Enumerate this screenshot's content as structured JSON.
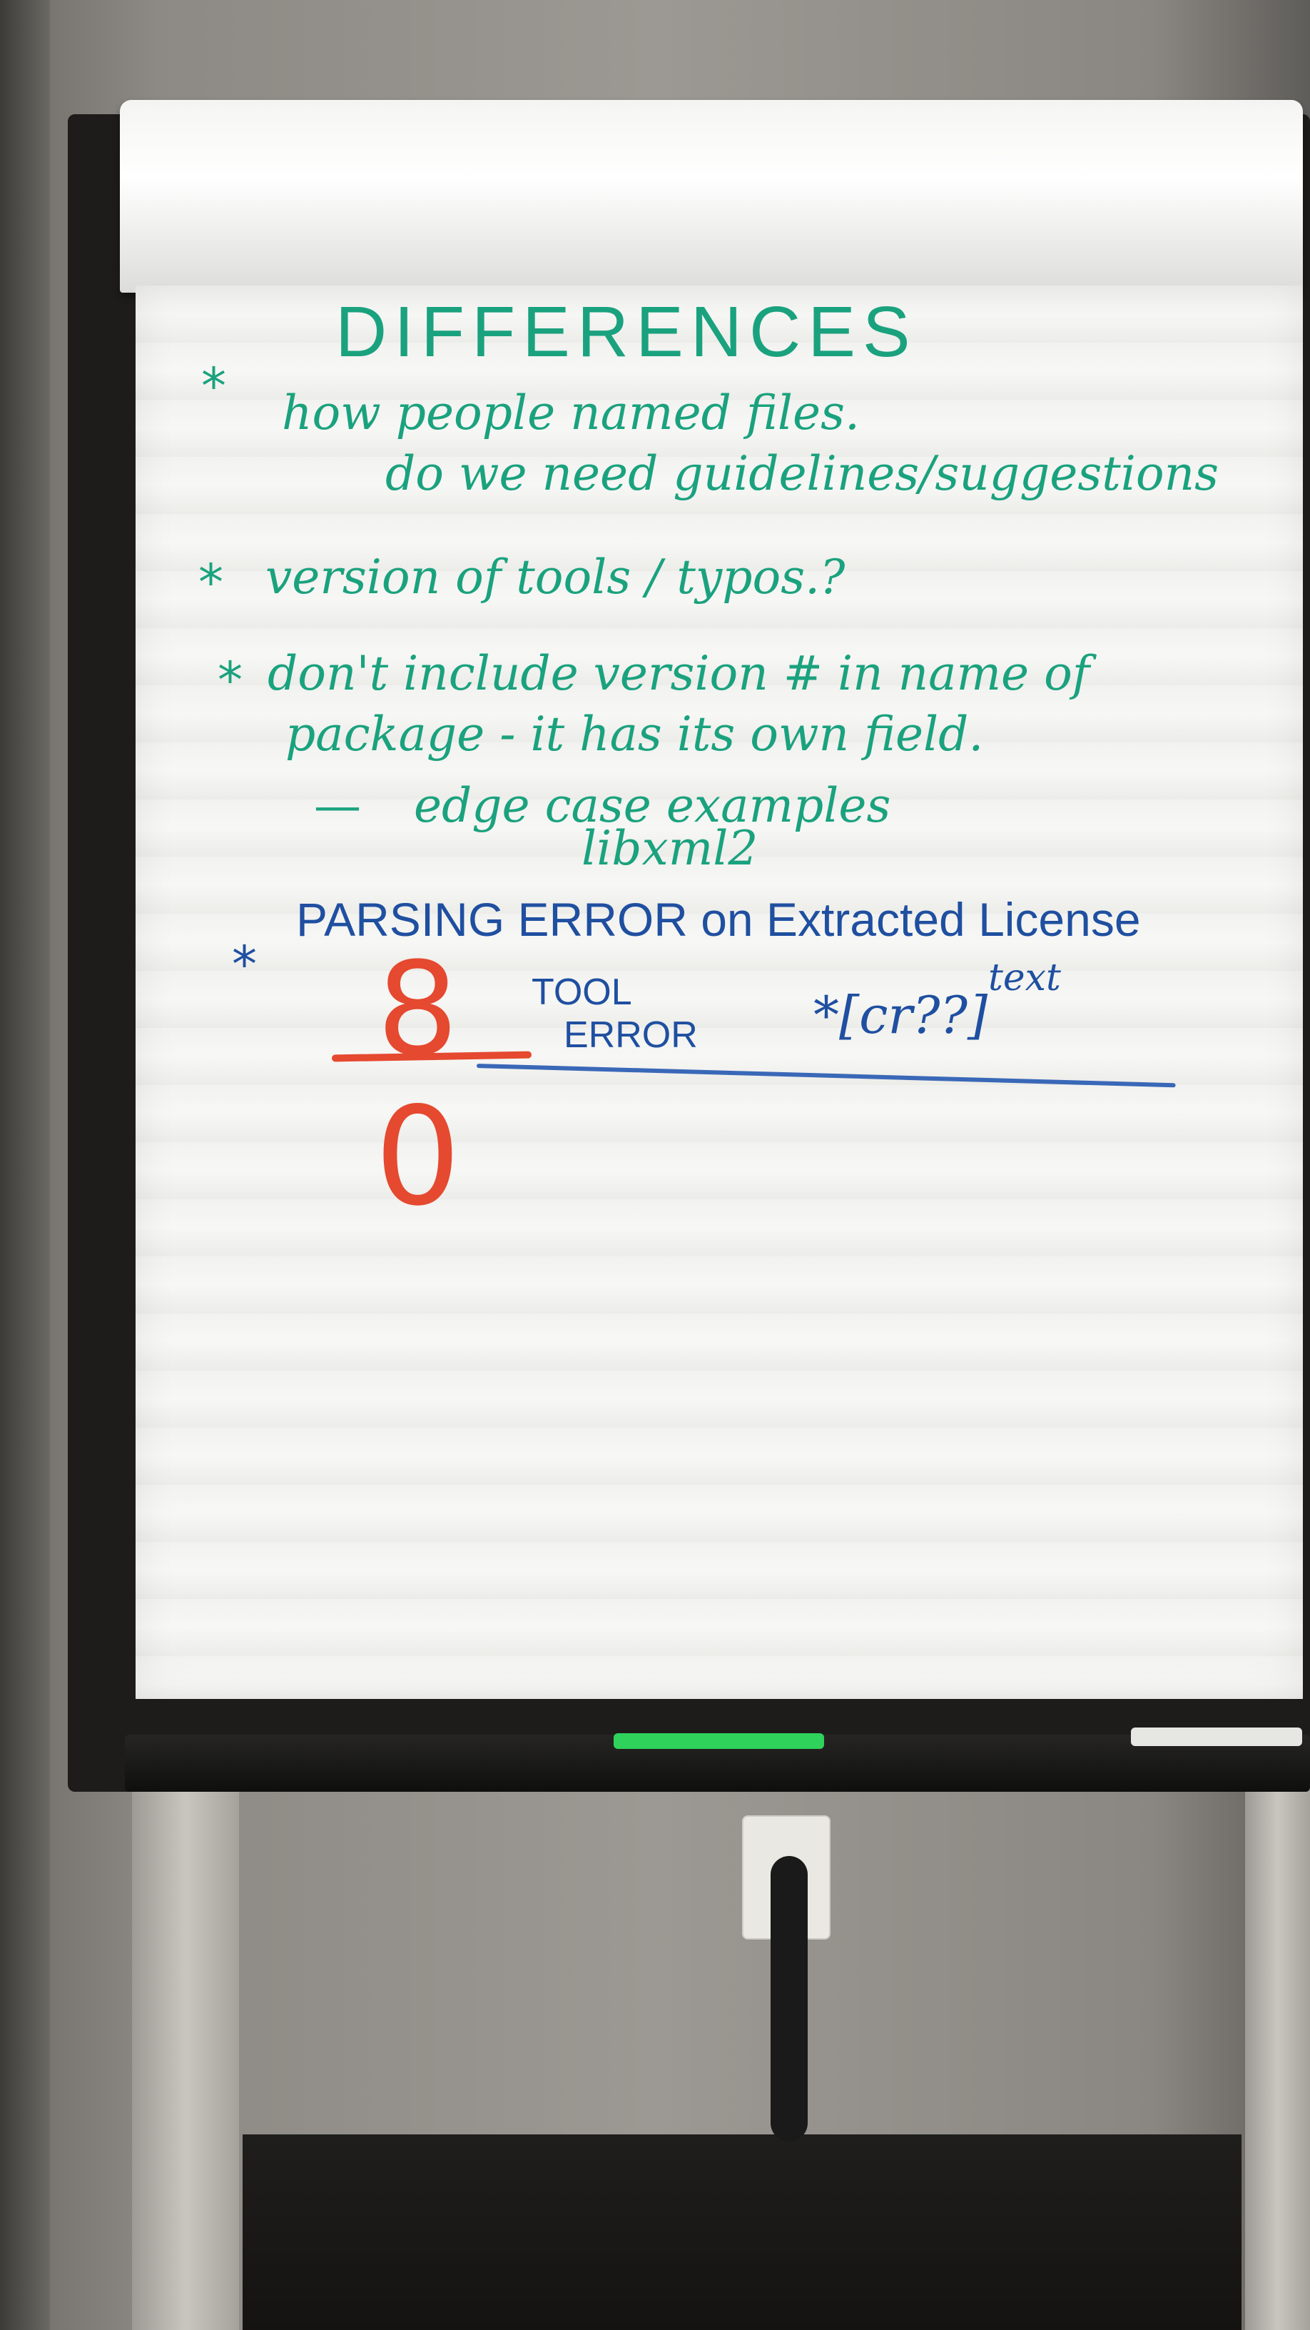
{
  "flipchart": {
    "title": "DIFFERENCES",
    "bullet_symbol": "*",
    "items": [
      {
        "line1": "how people named files.",
        "line2": "do we need guidelines/suggestions"
      },
      {
        "line1": "version of tools / typos.?"
      },
      {
        "line1": "don't include version # in name of",
        "line2": "package - it has its own field.",
        "sub_dash": "—",
        "sub1": "edge case examples",
        "sub2": "libxml2"
      },
      {
        "line1": "PARSING ERROR on Extracted License",
        "tool": "TOOL",
        "error": "ERROR",
        "note": "*[cr??]",
        "note_sup": "text"
      }
    ],
    "fraction": {
      "numerator": "8",
      "denominator": "0"
    }
  },
  "colors": {
    "green_marker": "#1aa27e",
    "blue_marker": "#1f4fa0",
    "red_marker": "#e5492f"
  }
}
